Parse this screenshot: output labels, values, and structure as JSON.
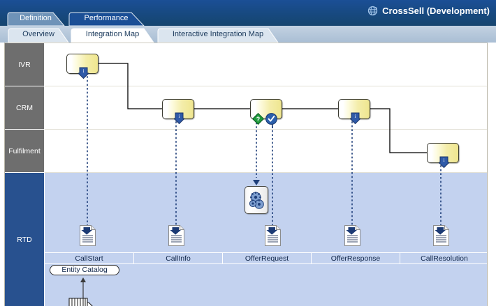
{
  "window": {
    "brand_title": "CrossSell (Development)",
    "brand_icon": "globe-icon"
  },
  "primary_tabs": [
    {
      "label": "Definition",
      "active": false
    },
    {
      "label": "Performance",
      "active": true
    }
  ],
  "secondary_tabs": [
    {
      "label": "Overview",
      "active": false
    },
    {
      "label": "Integration Map",
      "active": true
    },
    {
      "label": "Interactive Integration Map",
      "active": false
    }
  ],
  "diagram": {
    "lanes": [
      {
        "label": "IVR",
        "kind": "system"
      },
      {
        "label": "CRM",
        "kind": "system"
      },
      {
        "label": "Fulfilment",
        "kind": "system"
      },
      {
        "label": "RTD",
        "kind": "rtd"
      }
    ],
    "columns": [
      {
        "label": "CallStart"
      },
      {
        "label": "CallInfo"
      },
      {
        "label": "OfferRequest"
      },
      {
        "label": "OfferResponse"
      },
      {
        "label": "CallResolution"
      }
    ],
    "nodes": [
      {
        "column": "CallStart",
        "lane": "IVR",
        "icon": "data-load-icon",
        "decorators": []
      },
      {
        "column": "CallInfo",
        "lane": "CRM",
        "icon": "data-load-icon",
        "decorators": []
      },
      {
        "column": "OfferRequest",
        "lane": "CRM",
        "icon": "none",
        "decorators": [
          "question-diamond-icon",
          "check-circle-icon"
        ]
      },
      {
        "column": "OfferResponse",
        "lane": "CRM",
        "icon": "data-load-icon",
        "decorators": []
      },
      {
        "column": "CallResolution",
        "lane": "Fulfilment",
        "icon": "data-load-icon",
        "decorators": []
      }
    ],
    "rtd_items": [
      {
        "column": "CallStart",
        "icon": "document-icon"
      },
      {
        "column": "CallInfo",
        "icon": "document-icon"
      },
      {
        "column": "OfferRequest",
        "icon": "gears-icon"
      },
      {
        "column": "OfferRequest",
        "icon": "document-icon"
      },
      {
        "column": "OfferResponse",
        "icon": "document-icon"
      },
      {
        "column": "CallResolution",
        "icon": "document-icon"
      }
    ],
    "entity_catalog": {
      "label": "Entity Catalog",
      "icon": "database-stack-icon"
    },
    "colors": {
      "lane_header": "#6e6e6e",
      "rtd_header": "#28518f",
      "rtd_body": "#c3d2ef",
      "node_fill": "#f4edaa",
      "connector": "#000000",
      "dashed_connector": "#1f3f7a",
      "decorator_question": "#1f9a3c",
      "decorator_check": "#2b5fab",
      "title_bar": "#17497f"
    }
  }
}
